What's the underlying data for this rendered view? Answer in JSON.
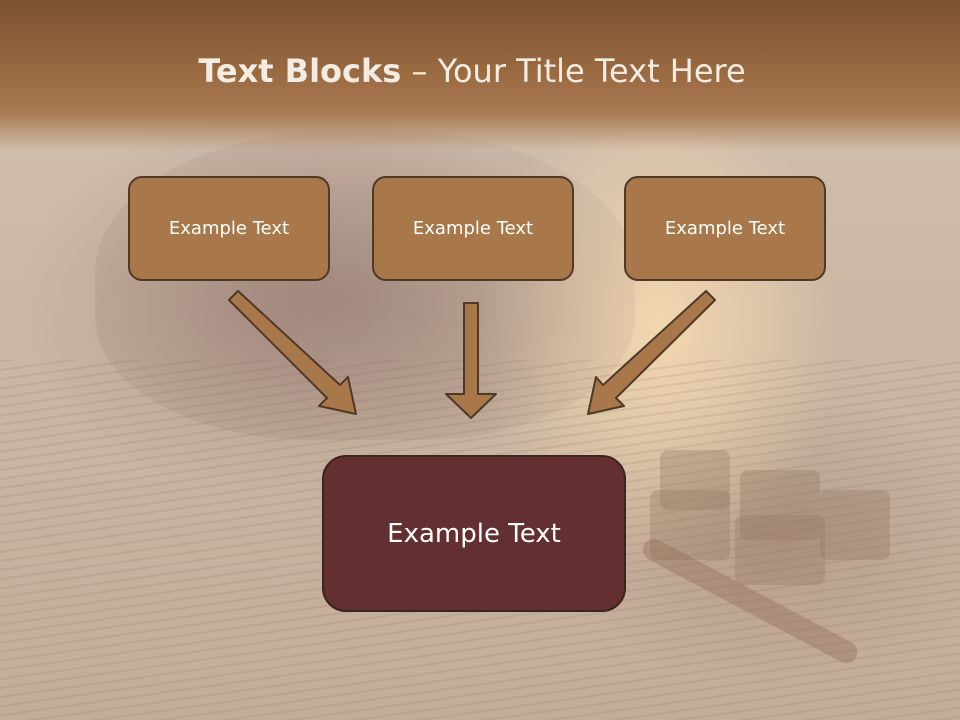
{
  "slide": {
    "title_bold": "Text Blocks",
    "title_sep": " – ",
    "title_rest": "Your Title Text Here"
  },
  "blocks": {
    "top": [
      "Example Text",
      "Example Text",
      "Example Text"
    ],
    "main": "Example Text"
  },
  "colors": {
    "header": "#98683f",
    "block_fill": "#a8774a",
    "block_border": "#4e3a27",
    "main_fill": "#642f30",
    "arrow_fill": "#a8774a"
  }
}
